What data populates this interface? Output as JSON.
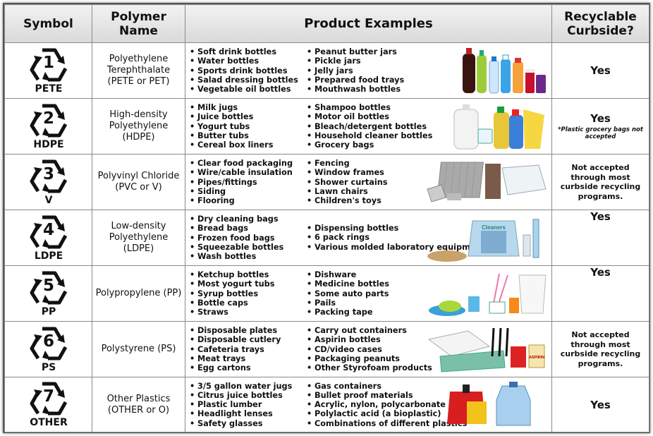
{
  "header": {
    "symbol": "Symbol",
    "polymer_name": "Polymer Name",
    "product_examples": "Product Examples",
    "recyclable": "Recyclable Curbside?"
  },
  "rows": [
    {
      "number": "1",
      "code": "PETE",
      "name": "Polyethylene Terephthalate (PETE or PET)",
      "col_a": [
        "Soft drink bottles",
        "Water bottles",
        "Sports drink bottles",
        "Salad dressing bottles",
        "Vegetable oil bottles"
      ],
      "col_b": [
        "Peanut butter jars",
        "Pickle jars",
        "Jelly jars",
        "Prepared food trays",
        "Mouthwash bottles"
      ],
      "recyclable": "Yes",
      "note": ""
    },
    {
      "number": "2",
      "code": "HDPE",
      "name": "High-density Polyethylene (HDPE)",
      "col_a": [
        "Milk jugs",
        "Juice bottles",
        "Yogurt tubs",
        "Butter tubs",
        "Cereal box liners"
      ],
      "col_b": [
        "Shampoo bottles",
        "Motor oil bottles",
        "Bleach/detergent bottles",
        "Household cleaner bottles",
        "Grocery bags"
      ],
      "recyclable": "Yes",
      "note": "*Plastic grocery bags not accepted"
    },
    {
      "number": "3",
      "code": "V",
      "name": "Polyvinyl Chloride (PVC or V)",
      "col_a": [
        "Clear food packaging",
        "Wire/cable insulation",
        "Pipes/fittings",
        "Siding",
        "Flooring"
      ],
      "col_b": [
        "Fencing",
        "Window frames",
        "Shower curtains",
        "Lawn chairs",
        "Children's toys"
      ],
      "recyclable": "Not accepted through most curbside recycling programs.",
      "note": ""
    },
    {
      "number": "4",
      "code": "LDPE",
      "name": "Low-density Polyethylene (LDPE)",
      "col_a": [
        "Dry cleaning bags",
        "Bread bags",
        "Frozen food bags",
        "Squeezable bottles",
        "Wash bottles"
      ],
      "col_b": [
        "Dispensing bottles",
        "6 pack rings",
        "Various molded laboratory equipment"
      ],
      "recyclable": "Yes",
      "note": ""
    },
    {
      "number": "5",
      "code": "PP",
      "name": "Polypropylene (PP)",
      "col_a": [
        "Ketchup bottles",
        "Most yogurt tubs",
        "Syrup bottles",
        "Bottle caps",
        "Straws"
      ],
      "col_b": [
        "Dishware",
        "Medicine bottles",
        "Some auto parts",
        "Pails",
        "Packing tape"
      ],
      "recyclable": "Yes",
      "note": ""
    },
    {
      "number": "6",
      "code": "PS",
      "name": "Polystyrene (PS)",
      "col_a": [
        "Disposable plates",
        "Disposable cutlery",
        "Cafeteria trays",
        "Meat trays",
        "Egg cartons"
      ],
      "col_b": [
        "Carry out containers",
        "Aspirin bottles",
        "CD/video cases",
        "Packaging peanuts",
        "Other Styrofoam products"
      ],
      "recyclable": "Not accepted through most curbside recycling programs.",
      "note": ""
    },
    {
      "number": "7",
      "code": "OTHER",
      "name": "Other Plastics (OTHER or O)",
      "col_a": [
        "3/5 gallon water jugs",
        "Citrus juice bottles",
        "Plastic lumber",
        "Headlight lenses",
        "Safety glasses"
      ],
      "col_b": [
        "Gas containers",
        "Bullet proof materials",
        "Acrylic, nylon, polycarbonate",
        "Polylactic acid (a bioplastic)",
        "Combinations of different plastics"
      ],
      "recyclable": "Yes",
      "note": ""
    }
  ],
  "art_labels": {
    "cleaners": "Cleaners",
    "aspirin": "ASPIRIN"
  }
}
